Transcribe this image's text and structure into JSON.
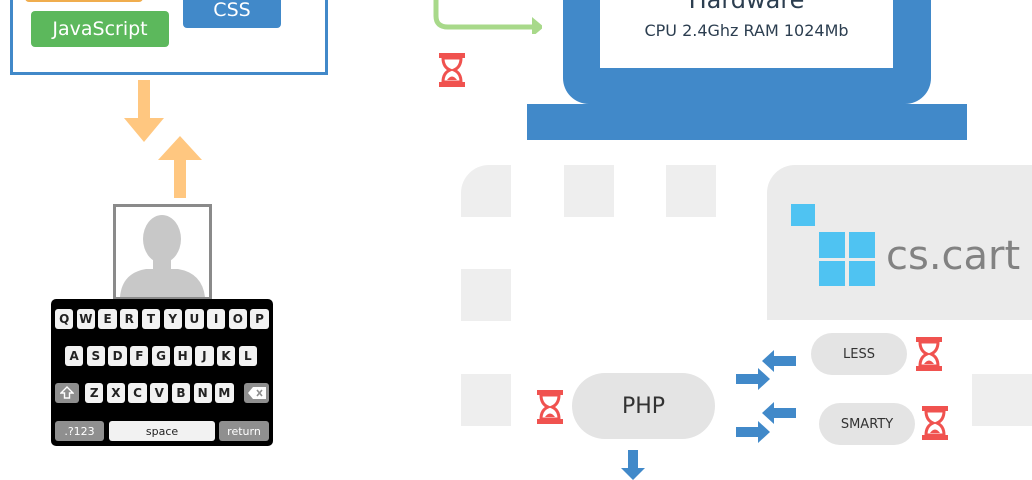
{
  "technologies": {
    "javascript_label": "JavaScript",
    "css_label": "CSS"
  },
  "hardware": {
    "title": "Hardware",
    "specs": "CPU 2.4Ghz RAM 1024Mb"
  },
  "brand": {
    "name": "cs.cart"
  },
  "server_components": {
    "php_label": "PHP",
    "less_label": "LESS",
    "smarty_label": "SMARTY"
  },
  "keyboard": {
    "row1": [
      "Q",
      "W",
      "E",
      "R",
      "T",
      "Y",
      "U",
      "I",
      "O",
      "P"
    ],
    "row2": [
      "A",
      "S",
      "D",
      "F",
      "G",
      "H",
      "J",
      "K",
      "L"
    ],
    "row3": [
      "Z",
      "X",
      "C",
      "V",
      "B",
      "N",
      "M"
    ],
    "numbers_key": ".?123",
    "space_key": "space",
    "return_key": "return"
  },
  "icons": {
    "hourglass": "hourglass-icon",
    "arrow": "arrow-icon",
    "user": "user-silhouette-icon",
    "shift": "shift-icon",
    "backspace": "backspace-icon"
  },
  "colors": {
    "blue": "#4189c9",
    "green": "#5cb85c",
    "orange_arrow": "#ffc780",
    "red_hourglass": "#f0524f",
    "cs_cart_blue": "#4fc3f2",
    "grey_tile": "#eeeeee"
  }
}
